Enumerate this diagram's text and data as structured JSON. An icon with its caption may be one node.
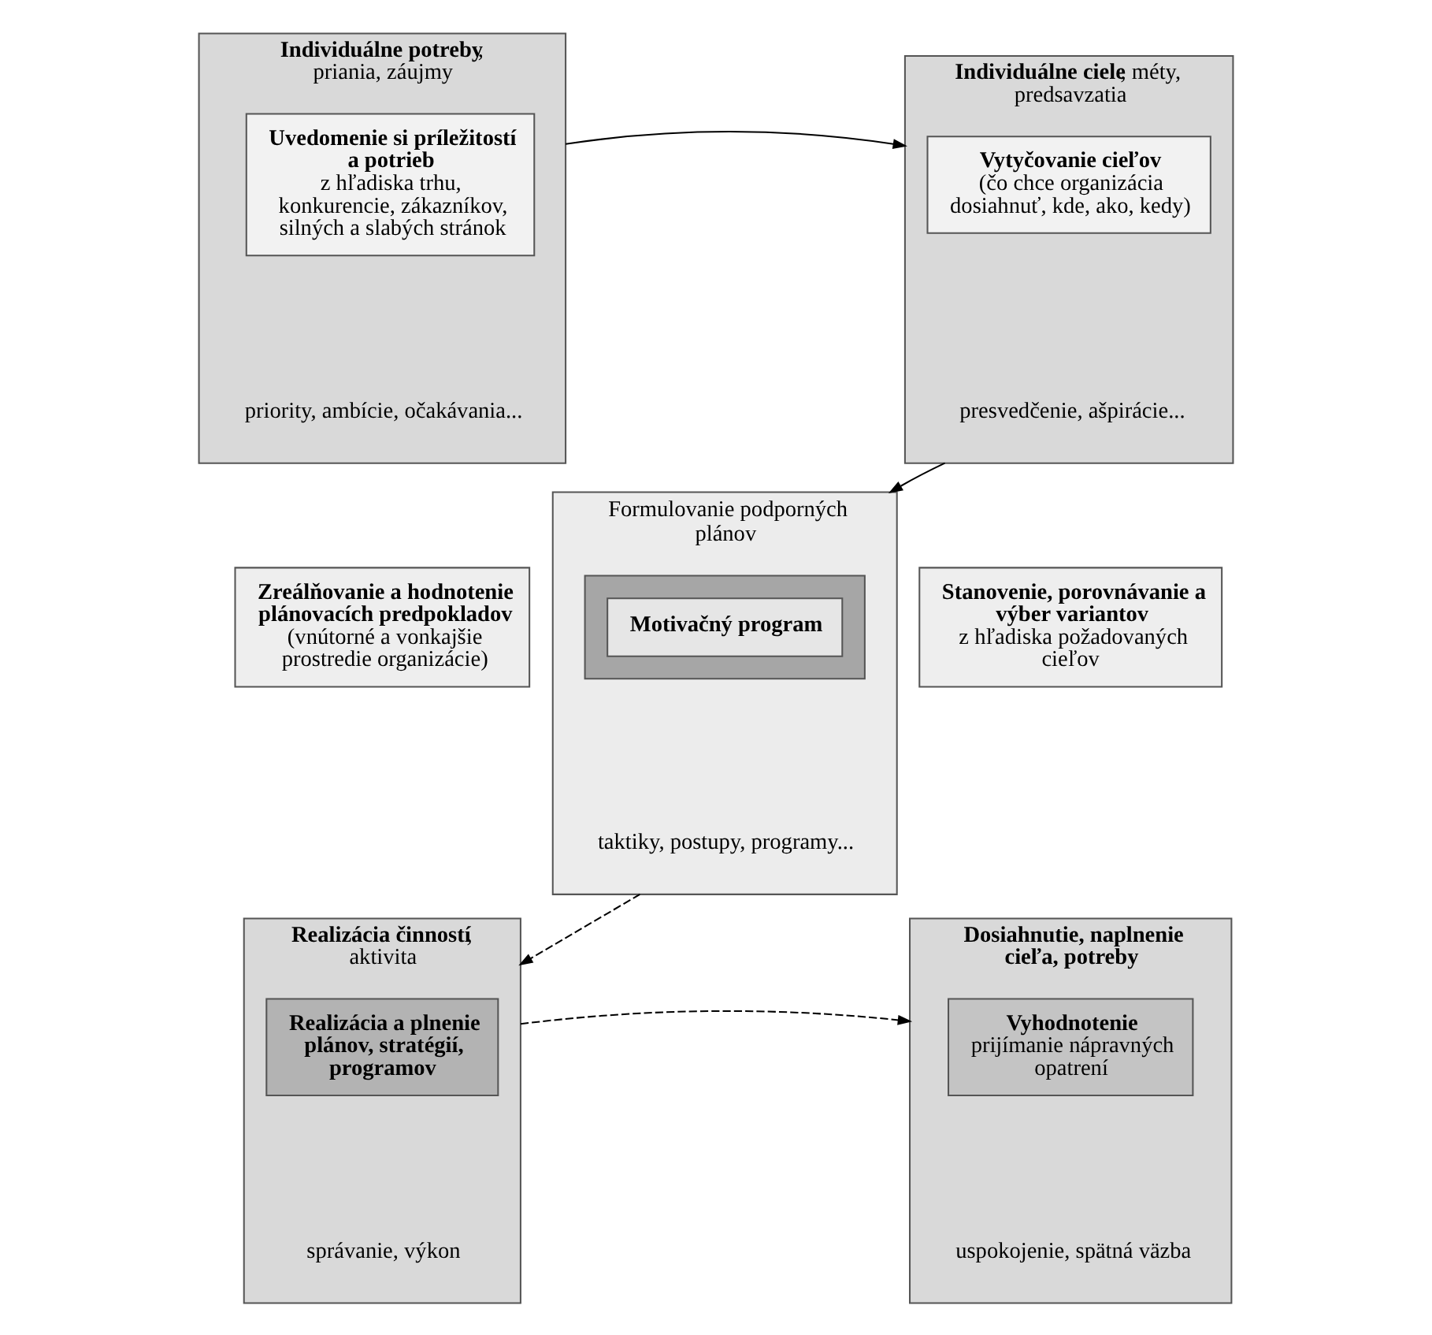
{
  "diagram": {
    "nodes": [
      {
        "text": [
          "**Individuálne potreby**, priania, záujmy",
          "priority, ambície, očakávania..."
        ]
      },
      {
        "text": [
          "**Uvedomenie si príležitostí a potrieb**",
          "z hľadiska trhu, konkurencie, zákazníkov, silných a slabých stránok"
        ],
        "in": 0
      },
      {
        "text": [
          "**Individuálne ciele**, méty, predsavzatia",
          "presvedčenie, ašpirácie..."
        ]
      },
      {
        "text": [
          "**Vytyčovanie cieľov**",
          "(čo chce organizácia dosiahnuť, kde, ako, kedy)"
        ],
        "in": 2
      },
      {
        "text": [
          "Formulovanie podporných plánov",
          "taktiky, postupy, programy..."
        ]
      },
      {
        "text": [],
        "shape": "box",
        "in": 4
      },
      {
        "text": [
          "**Motivačný program**"
        ],
        "in": 5
      },
      {
        "text": [
          "**Zreálňovanie a hodnotenie plánovacích predpokladov**",
          "(vnútorné a vonkajšie prostredie organizácie)"
        ]
      },
      {
        "text": [
          "**Stanovenie, porovnávanie a výber variantov**",
          "z hľadiska požadovaných cieľov"
        ]
      },
      {
        "text": [
          "**Realizácia činností**, aktivita",
          "správanie, výkon"
        ]
      },
      {
        "text": [
          "**Realizácia a plnenie plánov, stratégií, programov**"
        ],
        "in": 9
      },
      {
        "text": [
          "**Dosiahnutie, naplnenie cieľa, potreby**",
          "uspokojenie, spätná väzba"
        ]
      },
      {
        "text": [
          "**Vyhodnotenie**",
          "prijímanie nápravných opatrení"
        ],
        "in": 11
      }
    ],
    "edges": [
      {
        "from": 0,
        "to": 2,
        "arrow": "to"
      },
      {
        "from": 2,
        "to": 4,
        "arrow": "to"
      },
      {
        "from": 4,
        "to": 9,
        "arrow": "to",
        "style": "dashed"
      },
      {
        "from": 9,
        "to": 11,
        "arrow": "to",
        "style": "dashed"
      }
    ]
  }
}
